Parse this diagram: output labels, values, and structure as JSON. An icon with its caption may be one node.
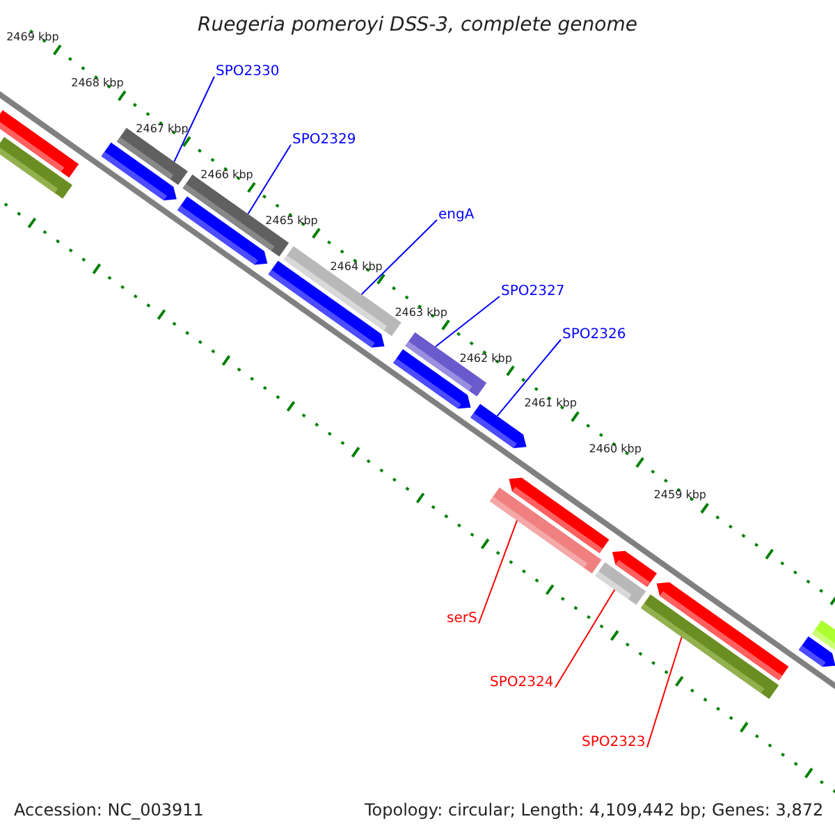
{
  "diagram": {
    "title": "Ruegeria pomeroyi DSS-3, complete genome",
    "nodes": [
      {
        "text": [
          "SPO2330"
        ]
      },
      {
        "text": [
          "SPO2329"
        ]
      },
      {
        "text": [
          "engA"
        ]
      },
      {
        "text": [
          "SPO2327"
        ]
      },
      {
        "text": [
          "SPO2326"
        ]
      },
      {
        "text": [
          "serS"
        ]
      },
      {
        "text": [
          "SPO2324"
        ]
      },
      {
        "text": [
          "SPO2323"
        ]
      },
      {
        "text": [],
        "shape": "bar"
      },
      {
        "text": [],
        "shape": "bar"
      },
      {
        "text": [],
        "shape": "bar"
      },
      {
        "text": [],
        "shape": "bar"
      },
      {
        "text": [],
        "shape": "bar"
      },
      {
        "text": [],
        "shape": "bar"
      },
      {
        "text": [],
        "shape": "bar"
      },
      {
        "text": [],
        "shape": "bar"
      }
    ],
    "edges": [
      {
        "from": 0,
        "to": 8,
        "arrow": "none"
      },
      {
        "from": 1,
        "to": 9,
        "arrow": "none"
      },
      {
        "from": 2,
        "to": 10,
        "arrow": "none"
      },
      {
        "from": 3,
        "to": 11,
        "arrow": "none"
      },
      {
        "from": 4,
        "to": 12,
        "arrow": "none"
      },
      {
        "from": 5,
        "to": 13,
        "arrow": "none",
        "color": "#ff0000"
      },
      {
        "from": 6,
        "to": 14,
        "arrow": "none",
        "color": "#ff0000"
      },
      {
        "from": 7,
        "to": 15,
        "arrow": "none",
        "color": "#ff0000"
      }
    ],
    "labels": [
      "2469 kbp",
      "2468 kbp",
      "2467 kbp",
      "2466 kbp",
      "2465 kbp",
      "2464 kbp",
      "2463 kbp",
      "2462 kbp",
      "2461 kbp",
      "2460 kbp",
      "2459 kbp",
      "Accession: NC_003911",
      "Topology: circular; Length: 4,109,442 bp; Genes: 3,872"
    ]
  }
}
